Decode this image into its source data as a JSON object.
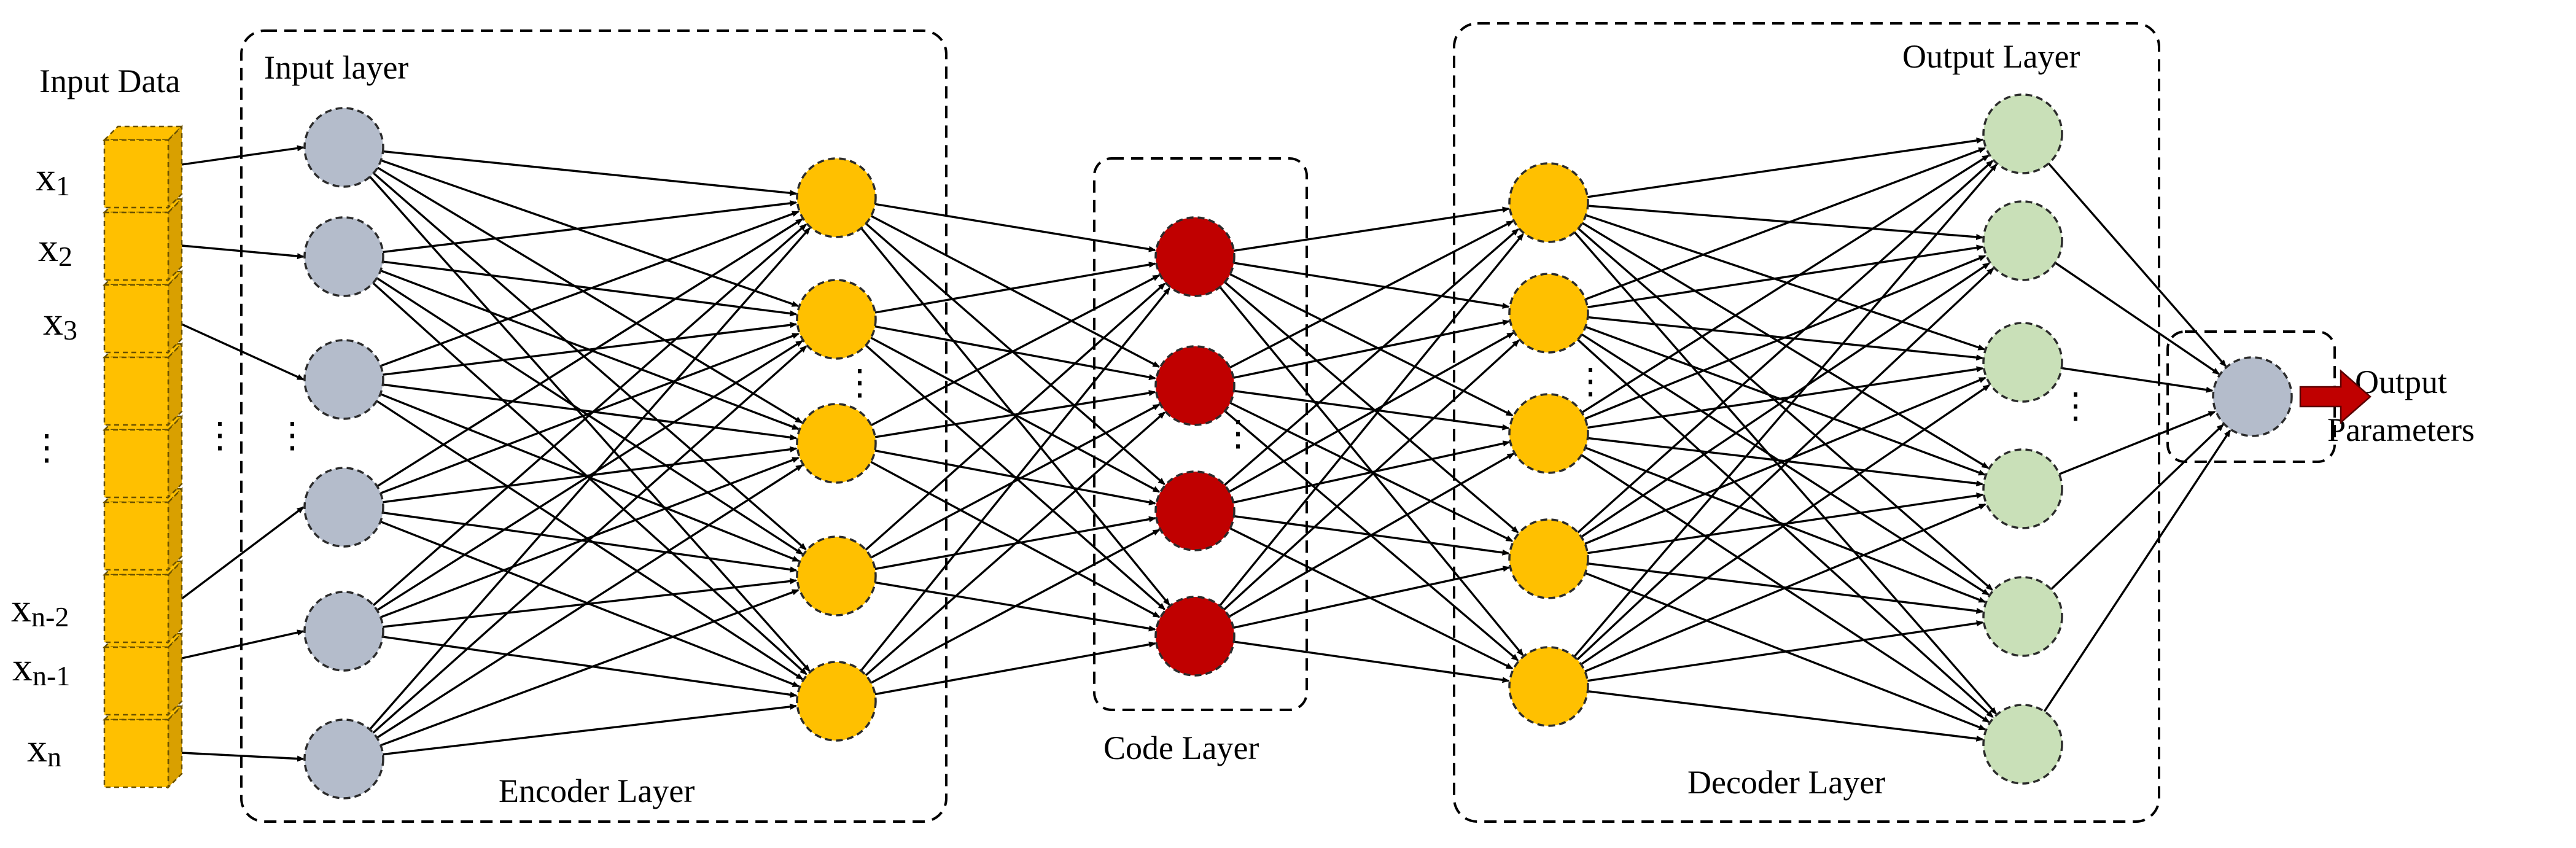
{
  "labels": {
    "input_data": "Input Data",
    "input_layer": "Input layer",
    "encoder_layer": "Encoder Layer",
    "code_layer": "Code Layer",
    "decoder_layer": "Decoder Layer",
    "output_layer": "Output Layer",
    "output_parameters_line1": "Output",
    "output_parameters_line2": "Parameters"
  },
  "inputs": [
    {
      "base": "x",
      "sub": "1"
    },
    {
      "base": "x",
      "sub": "2"
    },
    {
      "base": "x",
      "sub": "3"
    },
    {
      "base": "x",
      "sub": "n-2"
    },
    {
      "base": "x",
      "sub": "n-1"
    },
    {
      "base": "x",
      "sub": "n"
    }
  ],
  "ellipsis": "⋮",
  "layers": [
    {
      "id": "input",
      "nodes": 6,
      "color": "#b4bccb"
    },
    {
      "id": "encoder-hidden",
      "nodes": 5,
      "color": "#ffc000"
    },
    {
      "id": "code",
      "nodes": 4,
      "color": "#c00000"
    },
    {
      "id": "decoder-hidden",
      "nodes": 5,
      "color": "#ffc000"
    },
    {
      "id": "output",
      "nodes": 6,
      "color": "#c9e0b8"
    },
    {
      "id": "final",
      "nodes": 1,
      "color": "#b4bccb"
    }
  ],
  "colors": {
    "input_cube": "#ffc000",
    "input_cube_side": "#d9a000",
    "output_arrow": "#c00000"
  }
}
